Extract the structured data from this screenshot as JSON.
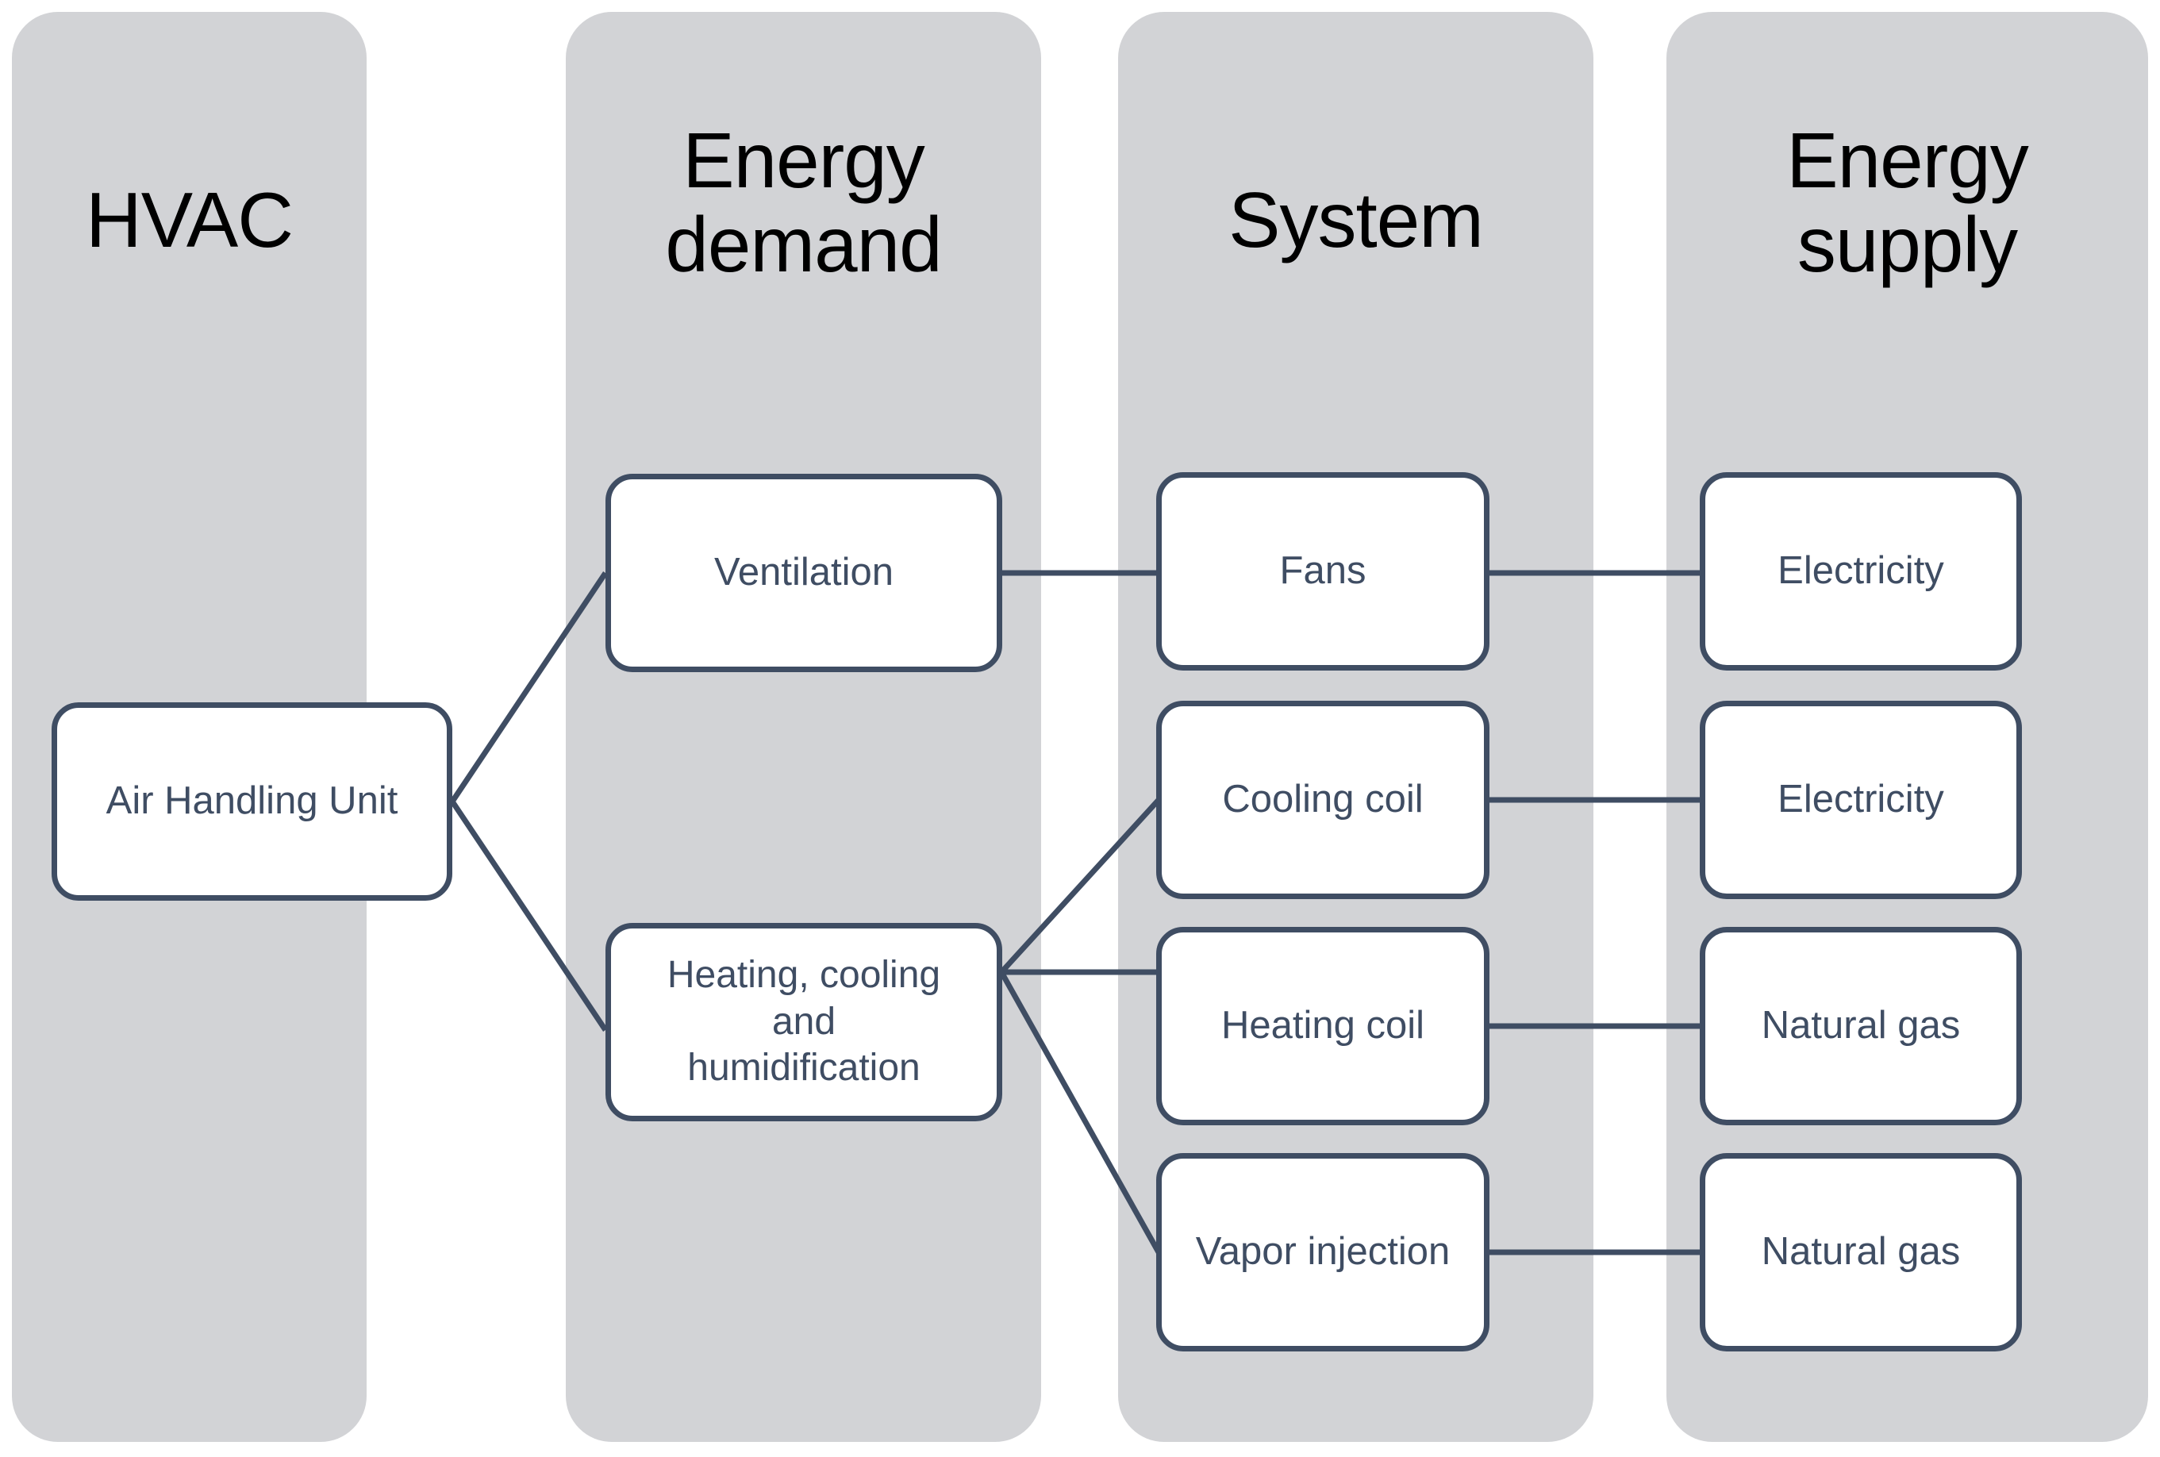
{
  "diagram": {
    "title_columns": [
      {
        "id": "hvac",
        "label": "HVAC"
      },
      {
        "id": "energy-demand",
        "label": "Energy\ndemand"
      },
      {
        "id": "system",
        "label": "System"
      },
      {
        "id": "energy-supply",
        "label": "Energy\nsupply"
      }
    ],
    "columns": {
      "hvac": {
        "header": "HVAC",
        "nodes": [
          {
            "id": "air-handling-unit",
            "label": "Air Handling Unit"
          }
        ]
      },
      "energy_demand": {
        "header_line1": "Energy",
        "header_line2": "demand",
        "nodes": [
          {
            "id": "ventilation",
            "label": "Ventilation"
          },
          {
            "id": "heating-cooling-humidification",
            "line1": "Heating, cooling",
            "line2": "and",
            "line3": "humidification"
          }
        ]
      },
      "system": {
        "header": "System",
        "nodes": [
          {
            "id": "fans",
            "label": "Fans"
          },
          {
            "id": "cooling-coil",
            "label": "Cooling coil"
          },
          {
            "id": "heating-coil",
            "label": "Heating coil"
          },
          {
            "id": "vapor-injection",
            "label": "Vapor injection"
          }
        ]
      },
      "energy_supply": {
        "header_line1": "Energy",
        "header_line2": "supply",
        "nodes": [
          {
            "id": "electricity-fans",
            "label": "Electricity"
          },
          {
            "id": "electricity-cooling",
            "label": "Electricity"
          },
          {
            "id": "natural-gas-heating",
            "label": "Natural gas"
          },
          {
            "id": "natural-gas-vapor",
            "label": "Natural gas"
          }
        ]
      }
    },
    "edges": [
      {
        "from": "air-handling-unit",
        "to": "ventilation"
      },
      {
        "from": "air-handling-unit",
        "to": "heating-cooling-humidification"
      },
      {
        "from": "ventilation",
        "to": "fans"
      },
      {
        "from": "heating-cooling-humidification",
        "to": "cooling-coil"
      },
      {
        "from": "heating-cooling-humidification",
        "to": "heating-coil"
      },
      {
        "from": "heating-cooling-humidification",
        "to": "vapor-injection"
      },
      {
        "from": "fans",
        "to": "electricity-fans"
      },
      {
        "from": "cooling-coil",
        "to": "electricity-cooling"
      },
      {
        "from": "heating-coil",
        "to": "natural-gas-heating"
      },
      {
        "from": "vapor-injection",
        "to": "natural-gas-vapor"
      }
    ],
    "colors": {
      "panel_background": "#d2d3d6",
      "node_border": "#3f4d63",
      "node_background": "#ffffff",
      "node_text": "#3f4d63",
      "header_text": "#000000",
      "canvas_background": "#ffffff"
    }
  }
}
